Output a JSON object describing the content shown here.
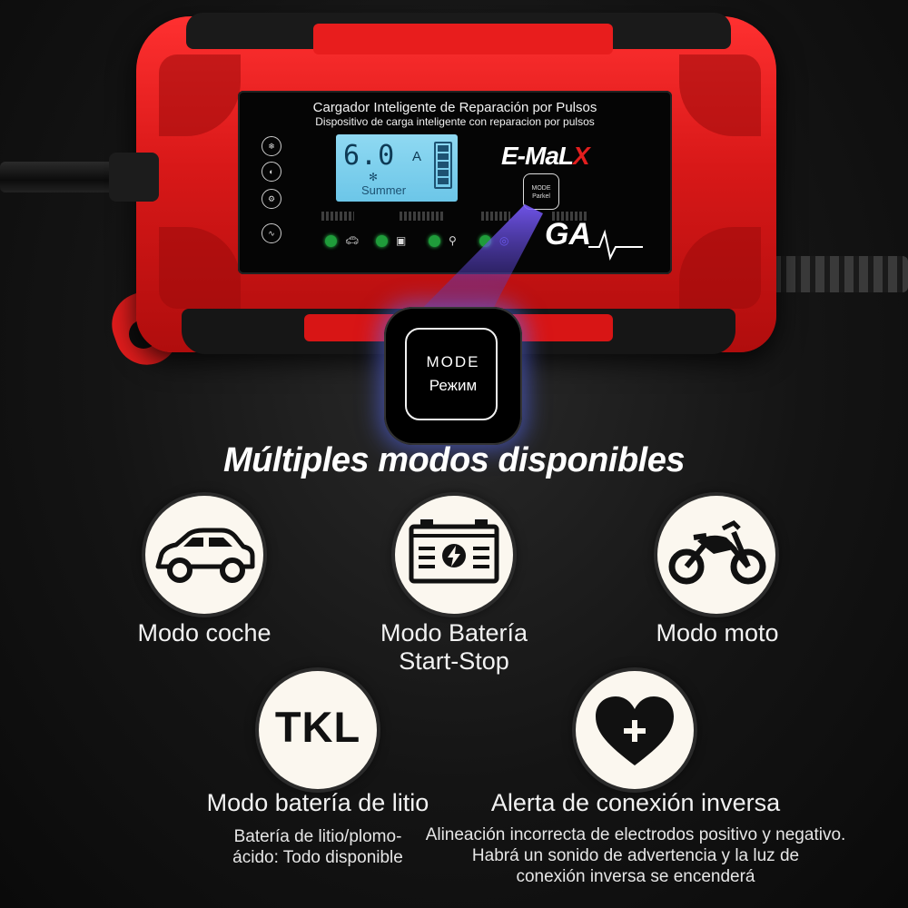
{
  "device": {
    "panel_title_1": "Cargador Inteligente de Reparación por Pulsos",
    "panel_title_2": "Dispositivo de carga inteligente con reparacion por pulsos",
    "lcd_value": "6.0",
    "lcd_unit": "A",
    "lcd_mode": "Summer",
    "brand_main": "E-MaL",
    "brand_accent": "X",
    "mini_button": "MODE Parkel",
    "ga_badge": "GA",
    "main_button_line1": "MODE",
    "main_button_line2": "Режим"
  },
  "headline": "Múltiples modos disponibles",
  "features": [
    {
      "icon": "car-icon",
      "label": "Modo coche"
    },
    {
      "icon": "battery-icon",
      "label_line1": "Modo Batería",
      "label_line2": "Start-Stop"
    },
    {
      "icon": "motorcycle-icon",
      "label": "Modo moto"
    },
    {
      "icon": "tkl-icon",
      "icon_text": "TKL",
      "label": "Modo batería de litio",
      "desc_line1": "Batería de litio/plomo-",
      "desc_line2": "ácido: Todo disponible"
    },
    {
      "icon": "heart-plus-icon",
      "label": "Alerta de conexión inversa",
      "desc_line1": "Alineación incorrecta de electrodos positivo y negativo.",
      "desc_line2": "Habrá un sonido de advertencia y la luz de",
      "desc_line3": "conexión inversa se encenderá"
    }
  ],
  "colors": {
    "device_red": "#d81818",
    "indicator_green": "#1f9c3a",
    "lcd_blue": "#7ccdee",
    "glow_blue": "#5a6eff"
  }
}
